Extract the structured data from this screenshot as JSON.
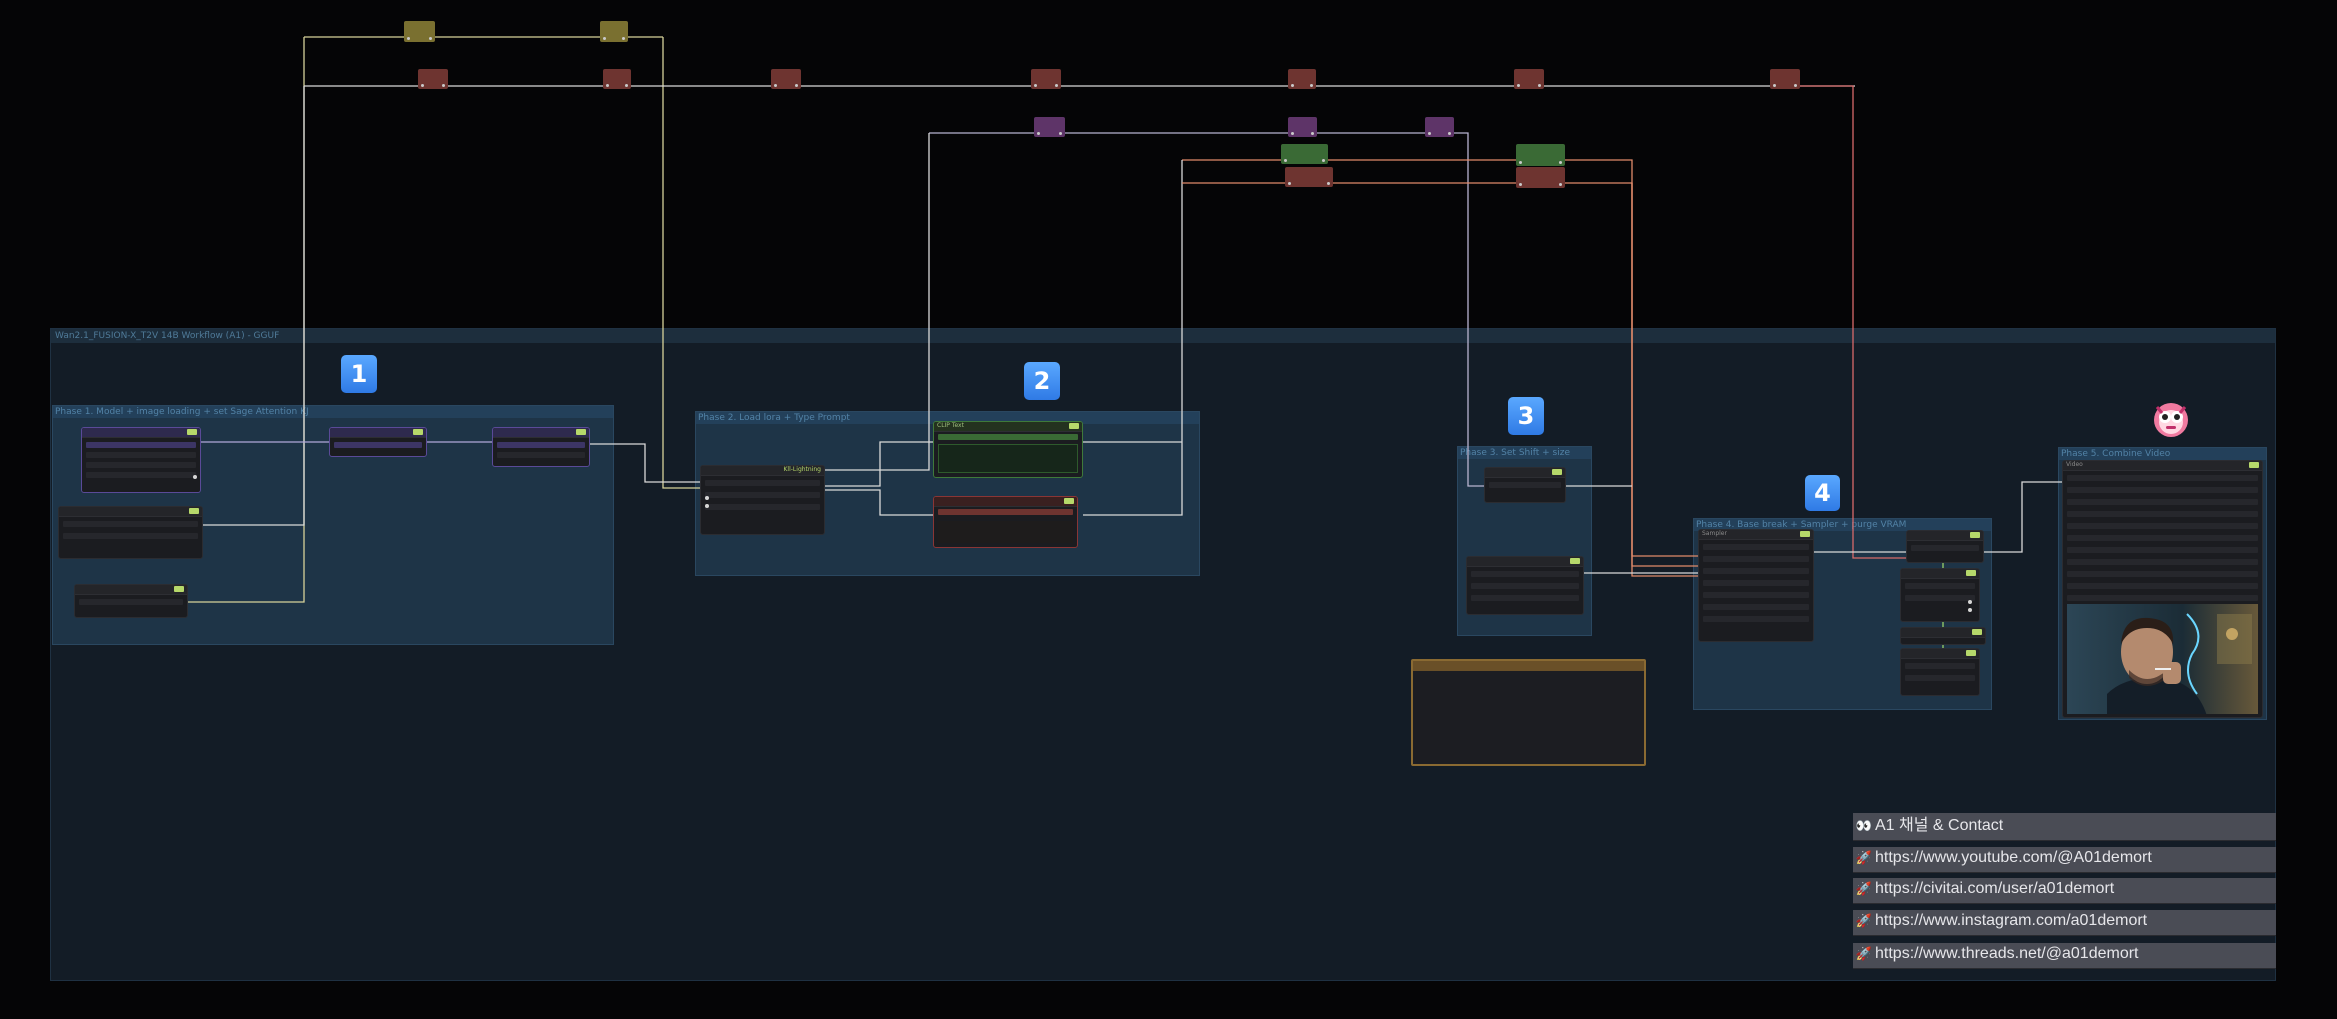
{
  "workflow": {
    "title": "Wan2.1_FUSION-X_T2V 14B Workflow (A1) - GGUF"
  },
  "phases": [
    {
      "label": "Phase 1. Model + image loading + set Sage Attention KJ",
      "number": "1"
    },
    {
      "label": "Phase 2. Load lora + Type Prompt",
      "number": "2"
    },
    {
      "label": "Phase 3. Set Shift + size",
      "number": "3"
    },
    {
      "label": "Phase 4. Base break + Sampler + purge VRAM",
      "number": "4"
    },
    {
      "label": "Phase 5. Combine Video",
      "number": ""
    }
  ],
  "nodes": {
    "lora_node_tag": "Kll-Lightning",
    "prompt_positive_tag": "CLIP Text",
    "prompt_negative_tag": "",
    "sampler_tag": "Sampler",
    "video_tag": "Video"
  },
  "contact": {
    "title": "A1 채널 & Contact",
    "title_icon": "eyes-emoji",
    "link_icon": "rocket-emoji",
    "links": [
      "https://www.youtube.com/@A01demort",
      "https://civitai.com/user/a01demort",
      "https://www.instagram.com/a01demort",
      "https://www.threads.net/@a01demort"
    ]
  },
  "colors": {
    "wire_yellow": "#d6d29a",
    "wire_white": "#d9d9d9",
    "wire_orange": "#e08a6a",
    "wire_red": "#d86a6a",
    "wire_purple": "#9a8ad0",
    "accent_blue": "#3f8cf0",
    "reroute_yellow": "#7a7030",
    "reroute_brown": "#6e3430",
    "reroute_purple": "#5e3468",
    "reroute_green": "#3a6a35"
  }
}
